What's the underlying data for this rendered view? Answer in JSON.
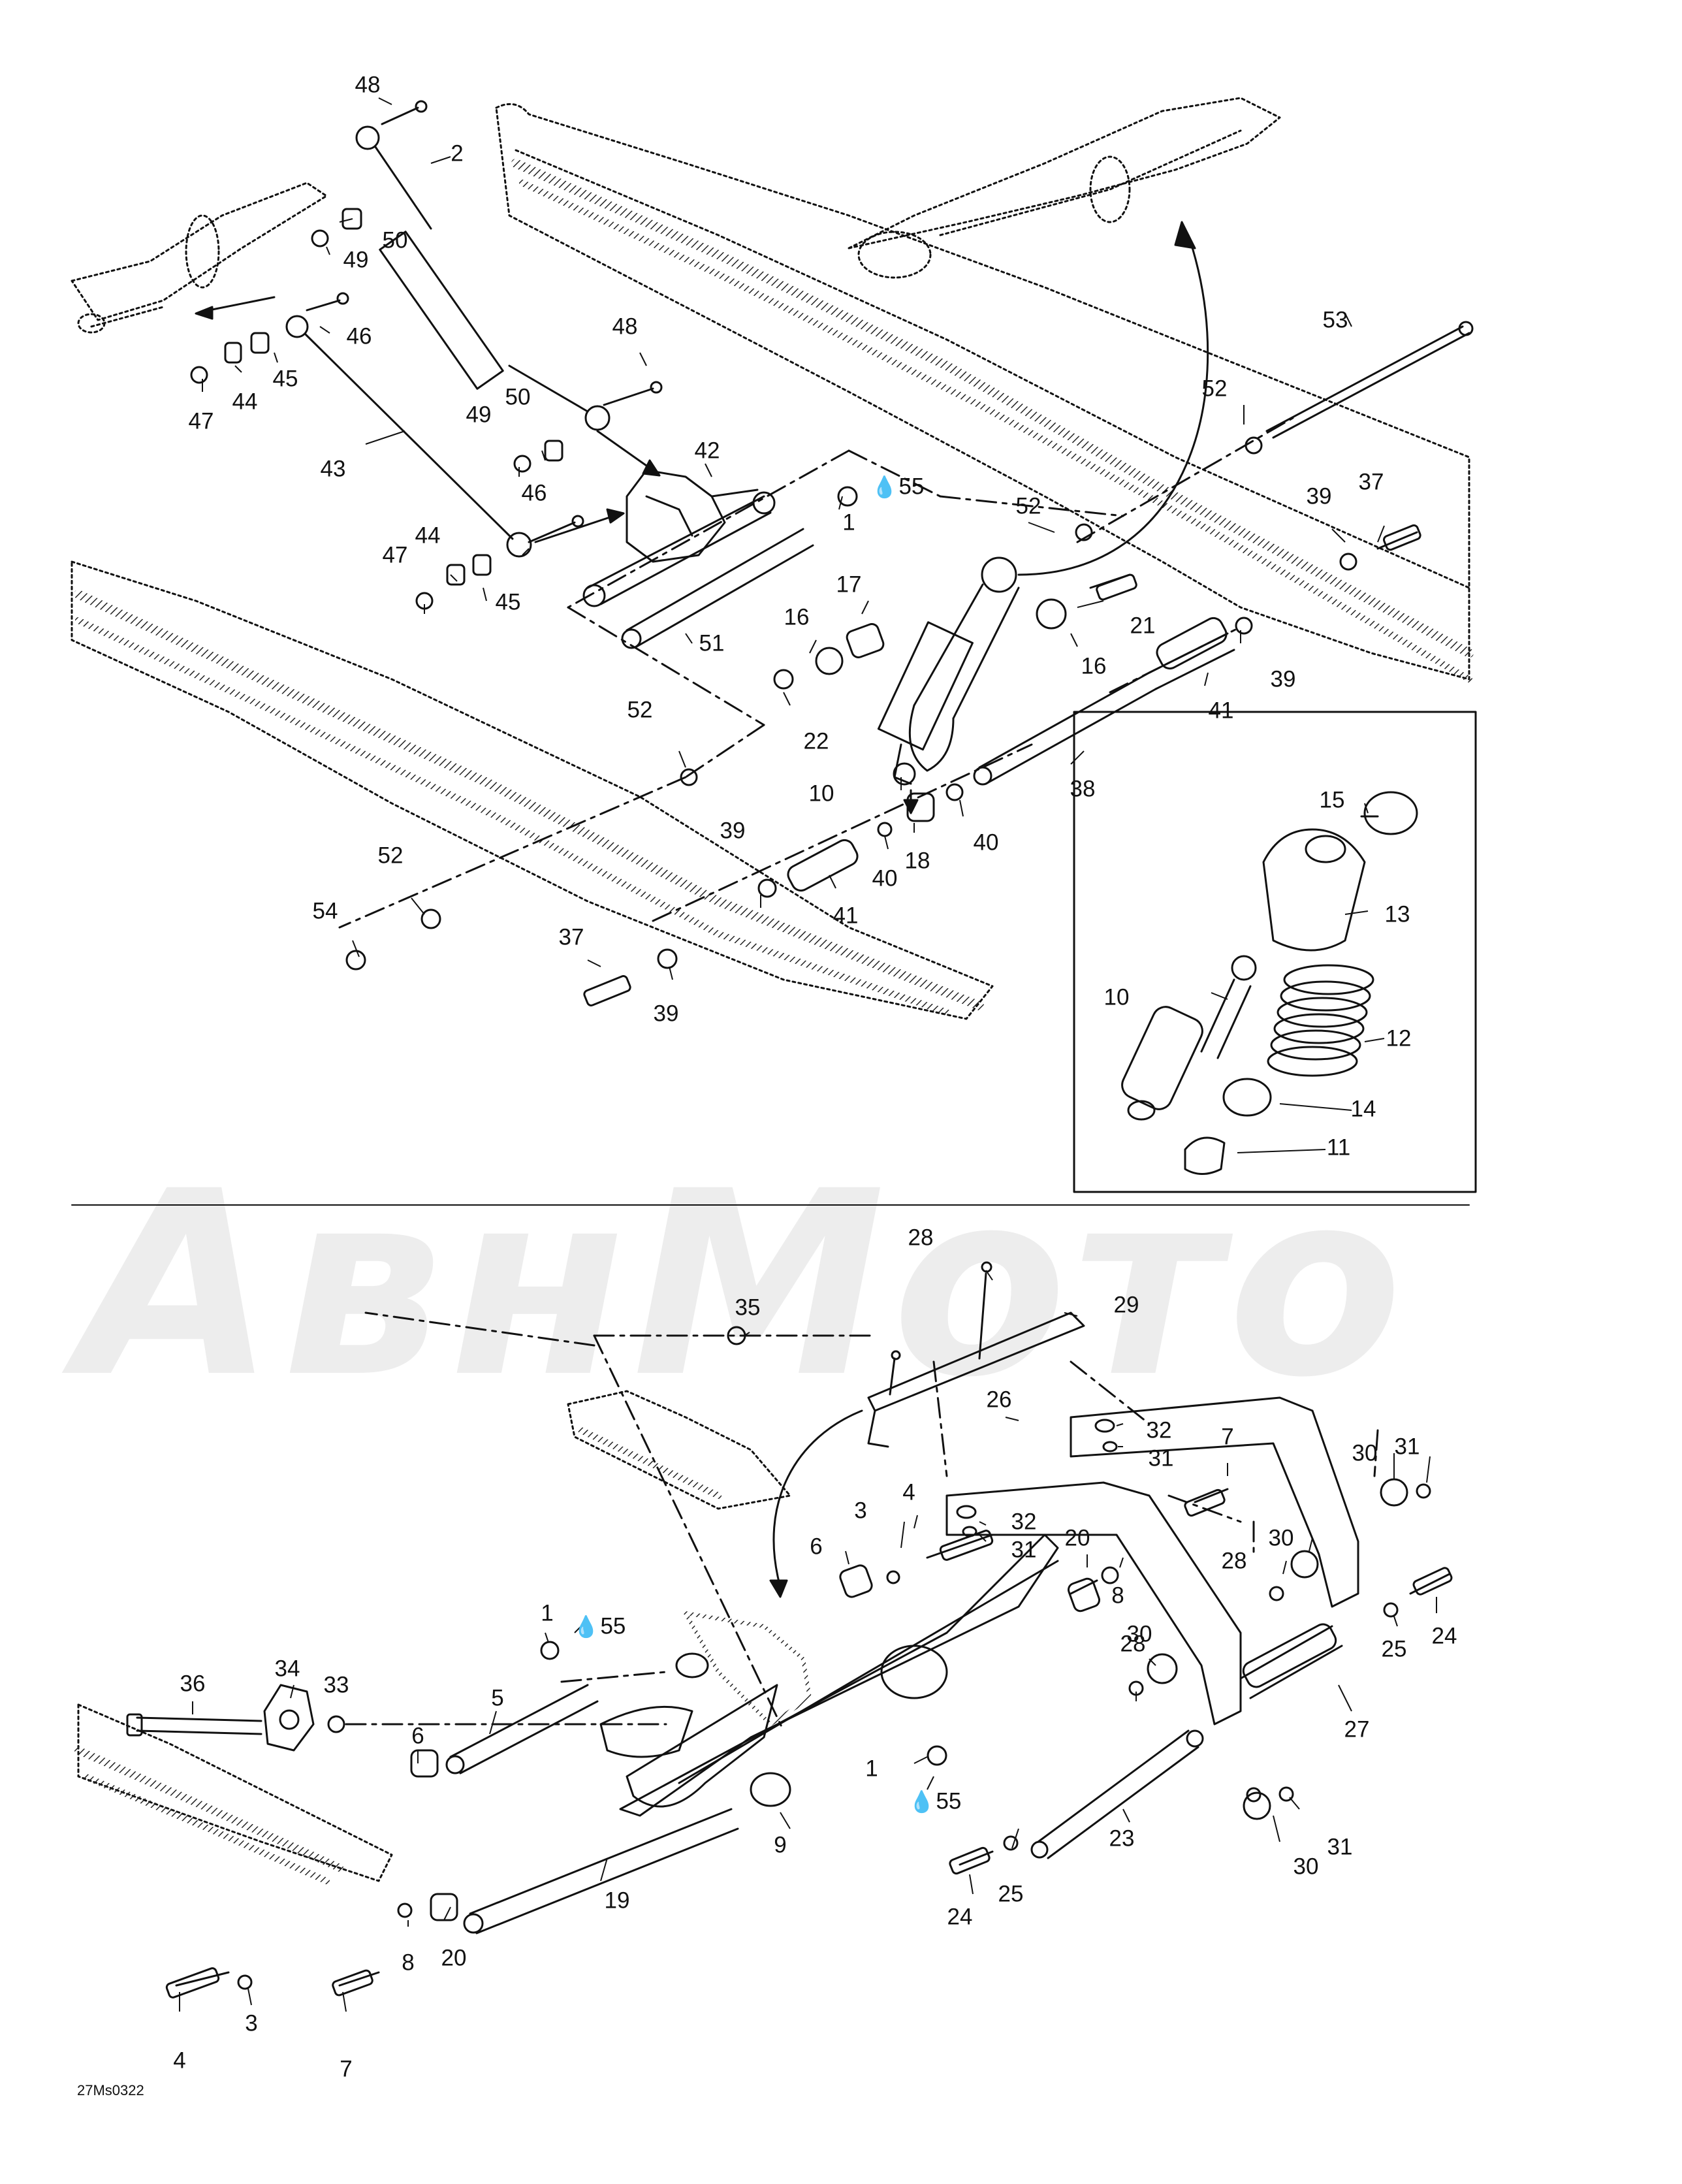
{
  "watermark_text": "АвнМото",
  "drawing_code": "27Ms0322",
  "lube_icon": "drop-icon",
  "labels": {
    "l48a": "48",
    "l2": "2",
    "l50a": "50",
    "l49a": "49",
    "l46a": "46",
    "l45a": "45",
    "l44a": "44",
    "l47a": "47",
    "l43": "43",
    "l48b": "48",
    "l50b": "50",
    "l49b": "49",
    "l42": "42",
    "l55a": "55",
    "l1a": "1",
    "l46b": "46",
    "l44b": "44",
    "l47b": "47",
    "l45b": "45",
    "l51": "51",
    "l52a": "52",
    "l53": "53",
    "l52b": "52",
    "l39a": "39",
    "l37a": "37",
    "l17": "17",
    "l16a": "16",
    "l21": "21",
    "l16b": "16",
    "l22": "22",
    "l39b": "39",
    "l41a": "41",
    "l10a": "10",
    "l38": "38",
    "l18": "18",
    "l40a": "40",
    "l40b": "40",
    "l39c": "39",
    "l41b": "41",
    "l52c": "52",
    "l52d": "52",
    "l54": "54",
    "l37b": "37",
    "l39d": "39",
    "l15": "15",
    "l13": "13",
    "l10b": "10",
    "l12": "12",
    "l14": "14",
    "l11": "11",
    "l28a": "28",
    "l29": "29",
    "l35": "35",
    "l26": "26",
    "l32a": "32",
    "l31a": "31",
    "l7a": "7",
    "l30a": "30",
    "l31b": "31",
    "l32b": "32",
    "l31c": "31",
    "l4a": "4",
    "l3a": "3",
    "l6a": "6",
    "l20a": "20",
    "l8a": "8",
    "l28b": "28",
    "l30b": "30",
    "l24a": "24",
    "l25a": "25",
    "l1b": "1",
    "l55b": "55",
    "l28c": "28",
    "l30c": "30",
    "l27": "27",
    "l36": "36",
    "l34": "34",
    "l33": "33",
    "l5": "5",
    "l6b": "6",
    "l1c": "1",
    "l55c": "55",
    "l9": "9",
    "l23": "23",
    "l30d": "30",
    "l31d": "31",
    "l25b": "25",
    "l24b": "24",
    "l19": "19",
    "l20b": "20",
    "l8b": "8",
    "l3b": "3",
    "l4b": "4",
    "l7b": "7"
  }
}
